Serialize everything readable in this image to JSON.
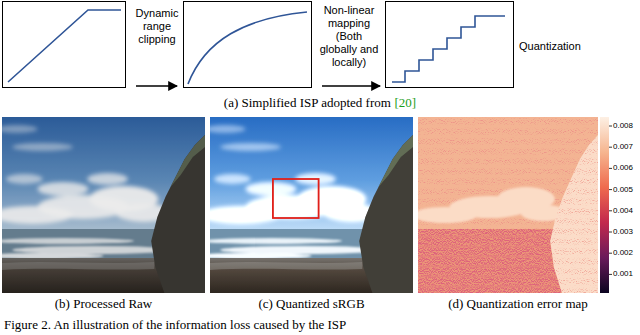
{
  "diagram": {
    "caption": "Figure 2. An illustration of the information loss caused by the ISP",
    "labels": [
      "Dynamic range clipping",
      "Non-linear mapping (Both globally and locally)",
      "Quantization",
      "(a) Simplified ISP adopted from",
      "[20]",
      "(b) Processed Raw",
      "(c) Quantized sRGB",
      "(d) Quantization error map",
      "0.008",
      "0.007",
      "0.006",
      "0.005",
      "0.004",
      "0.003",
      "0.002",
      "0.001"
    ]
  }
}
